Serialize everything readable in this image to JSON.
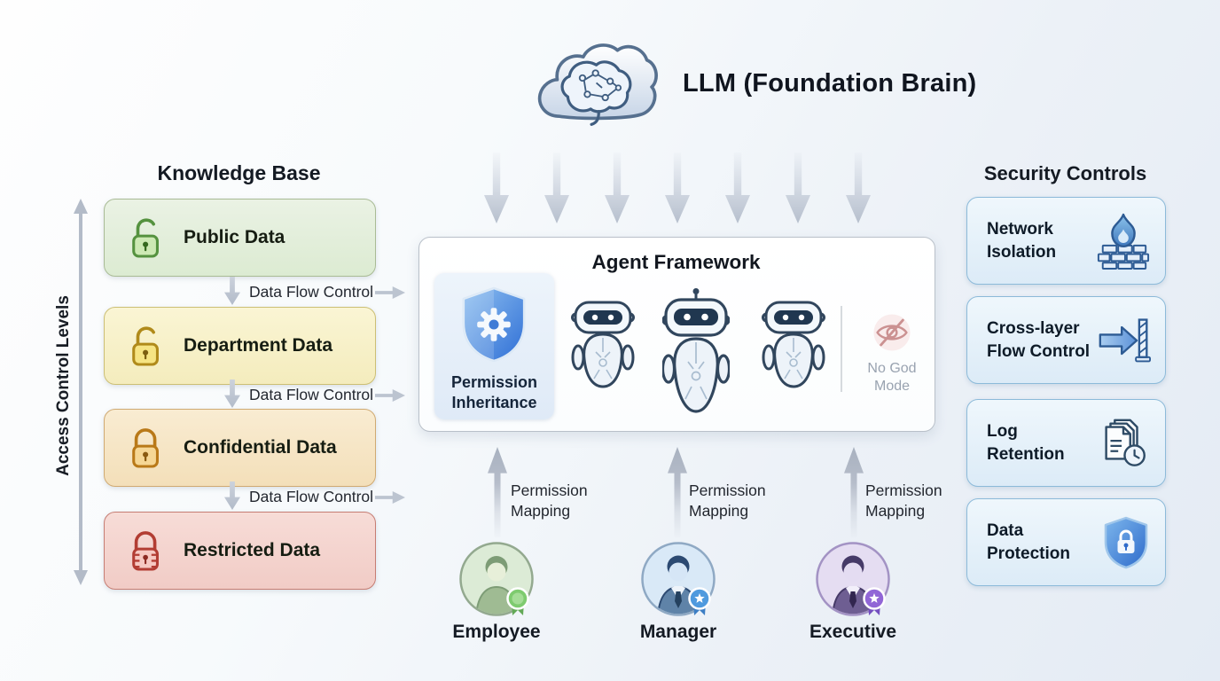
{
  "llm": {
    "title": "LLM (Foundation Brain)",
    "icon": "brain-cloud-icon"
  },
  "knowledge_base": {
    "heading": "Knowledge Base",
    "connector_label": "Data Flow Control",
    "items": [
      {
        "label": "Public Data",
        "level": "public",
        "icon": "lock-open-icon",
        "accent": "#55923f"
      },
      {
        "label": "Department Data",
        "level": "department",
        "icon": "lock-open-icon",
        "accent": "#b08a1a"
      },
      {
        "label": "Confidential Data",
        "level": "confidential",
        "icon": "lock-closed-icon",
        "accent": "#b97918"
      },
      {
        "label": "Restricted Data",
        "level": "restricted",
        "icon": "lock-vault-icon",
        "accent": "#b23d33"
      }
    ]
  },
  "access_axis": {
    "label": "Access Control Levels"
  },
  "agent_framework": {
    "title": "Agent Framework",
    "permission_tile": {
      "line1": "Permission",
      "line2": "Inheritance",
      "icon": "shield-gear-icon"
    },
    "robots": [
      "robot-icon",
      "robot-icon",
      "robot-icon"
    ],
    "no_god_mode": {
      "line1": "No God",
      "line2": "Mode",
      "icon": "eye-slash-icon"
    }
  },
  "security_controls": {
    "heading": "Security Controls",
    "items": [
      {
        "line1": "Network",
        "line2": "Isolation",
        "icon": "firewall-icon"
      },
      {
        "line1": "Cross-layer",
        "line2": "Flow Control",
        "icon": "flow-barrier-icon"
      },
      {
        "line1": "Log",
        "line2": "Retention",
        "icon": "documents-clock-icon"
      },
      {
        "line1": "Data",
        "line2": "Protection",
        "icon": "shield-lock-icon"
      }
    ]
  },
  "users": [
    {
      "name": "Employee",
      "mapping_line1": "Permission",
      "mapping_line2": "Mapping",
      "icon": "employee-avatar",
      "accent": "#7ecb6f"
    },
    {
      "name": "Manager",
      "mapping_line1": "Permission",
      "mapping_line2": "Mapping",
      "icon": "manager-avatar",
      "accent": "#4f9ade"
    },
    {
      "name": "Executive",
      "mapping_line1": "Permission",
      "mapping_line2": "Mapping",
      "icon": "executive-avatar",
      "accent": "#9166d6"
    }
  ],
  "colors": {
    "arrow_gray": "#b6bfcd",
    "framework_border": "#b9c0c9",
    "security_border": "#8cbad9",
    "shield_blue": "#3f7bd6"
  }
}
